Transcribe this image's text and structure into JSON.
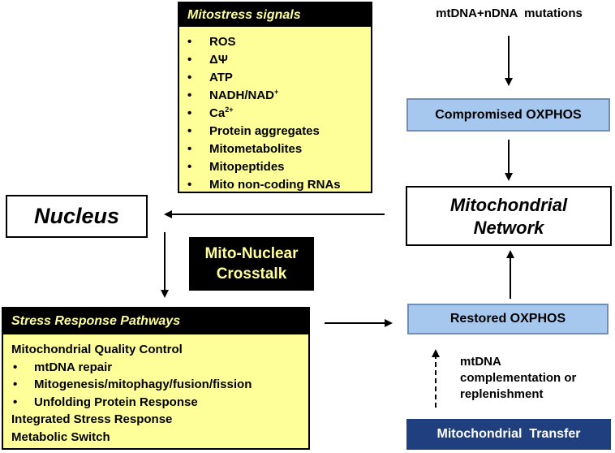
{
  "signals": {
    "title": "Mitostress signals",
    "items": [
      "ROS",
      "ΔΨ",
      "ATP",
      "NADH/NAD",
      "Ca",
      "Protein aggregates",
      "Mitometabolites",
      "Mitopeptides",
      "Mito non-coding RNAs"
    ],
    "nad_sup": "+",
    "ca_sup": "2+"
  },
  "nucleus": {
    "label": "Nucleus"
  },
  "crosstalk": {
    "line1": "Mito-Nuclear",
    "line2": "Crosstalk"
  },
  "stress": {
    "title": "Stress Response Pathways",
    "qc": "Mitochondrial Quality Control",
    "qc_items": [
      "mtDNA repair",
      "Mitogenesis/mitophagy/fusion/fission",
      "Unfolding Protein Response"
    ],
    "isr": "Integrated Stress Response",
    "metabolic": "Metabolic Switch"
  },
  "mutations": {
    "label": "mtDNA+nDNA  mutations"
  },
  "compromised": {
    "label": "Compromised OXPHOS"
  },
  "network": {
    "line1": "Mitochondrial",
    "line2": "Network"
  },
  "restored": {
    "label": "Restored OXPHOS"
  },
  "complementation": {
    "line1": "mtDNA",
    "line2": "complementation or",
    "line3": "replenishment"
  },
  "transfer": {
    "label": "Mitochondrial  Transfer"
  },
  "bullet": "•",
  "colors": {
    "panel_fill": "#ffff99",
    "header_fill": "#000000",
    "blue_box": "#a6c8ee",
    "transfer_box": "#1f3f7f"
  }
}
